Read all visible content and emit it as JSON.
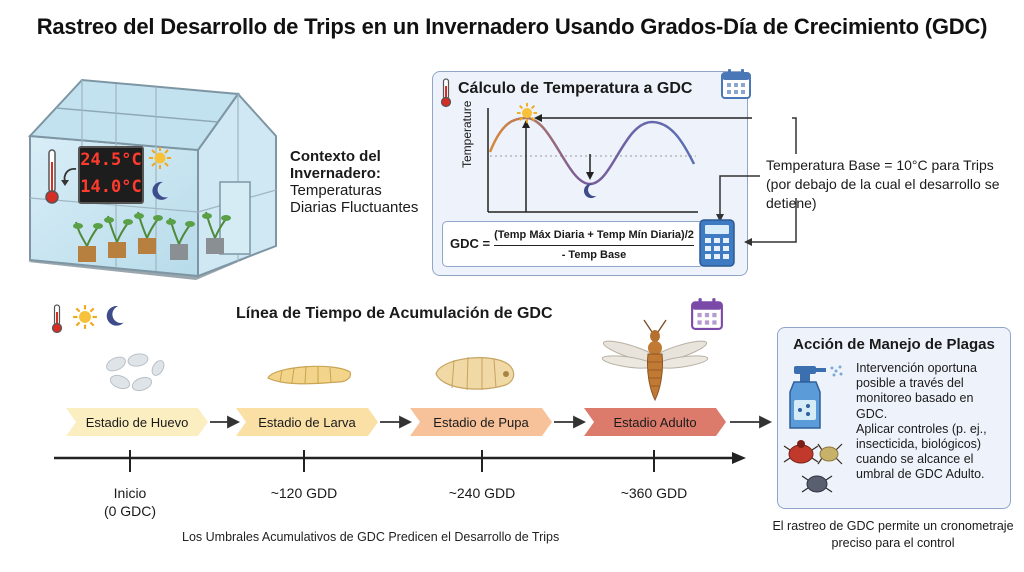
{
  "title": "Rastreo del Desarrollo de Trips en un Invernadero Usando Grados-Día de Crecimiento (GDC)",
  "greenhouse": {
    "display_temps": [
      "24.5°C",
      "14.0°C"
    ],
    "context_heading": "Contexto del Invernadero:",
    "context_text": "Temperaturas Diarias Fluctuantes"
  },
  "calculation": {
    "title": "Cálculo de Temperatura a GDC",
    "axis_label": "Temperature",
    "formula_label": "GDC =",
    "formula_numerator": "(Temp Máx Diaria + Temp Mín Diaria)/2",
    "formula_denominator": "- Temp Base",
    "base_note": "Temperatura Base = 10°C para Trips (por debajo de la cual el desarrollo se detiene)"
  },
  "timeline": {
    "title": "Línea de Tiempo de Acumulación de GDC",
    "stages": [
      {
        "label": "Estadio de Huevo",
        "color": "#fbeec0"
      },
      {
        "label": "Estadio de Larva",
        "color": "#fbe0a6"
      },
      {
        "label": "Estadio de Pupa",
        "color": "#f7c29a"
      },
      {
        "label": "Estadio Adulto",
        "color": "#dc7b6c"
      }
    ],
    "ticks": [
      {
        "line1": "Inicio",
        "line2": "(0 GDC)"
      },
      {
        "line1": "~120 GDD",
        "line2": ""
      },
      {
        "line1": "~240 GDD",
        "line2": ""
      },
      {
        "line1": "~360 GDD",
        "line2": ""
      }
    ],
    "caption": "Los Umbrales Acumulativos de GDC Predicen el Desarrollo de Trips"
  },
  "management": {
    "title": "Acción de Manejo de Plagas",
    "text1": "Intervención oportuna posible a través del monitoreo basado en GDC.",
    "text2": "Aplicar controles (p. ej., insecticida, biológicos) cuando se alcance el umbral de GDC Adulto.",
    "caption": "El rastreo de GDC permite un cronometraje preciso para el control"
  },
  "colors": {
    "box_border": "#8fa6c9",
    "box_fill": "#eef3fb",
    "led_red": "#ff3b2e",
    "curve_warm": "#d9893a",
    "curve_cool": "#5a6fb4"
  },
  "icons": [
    "thermometer-icon",
    "sun-icon",
    "moon-icon",
    "calendar-icon",
    "calculator-icon",
    "spray-bottle-icon",
    "pest-icon"
  ]
}
